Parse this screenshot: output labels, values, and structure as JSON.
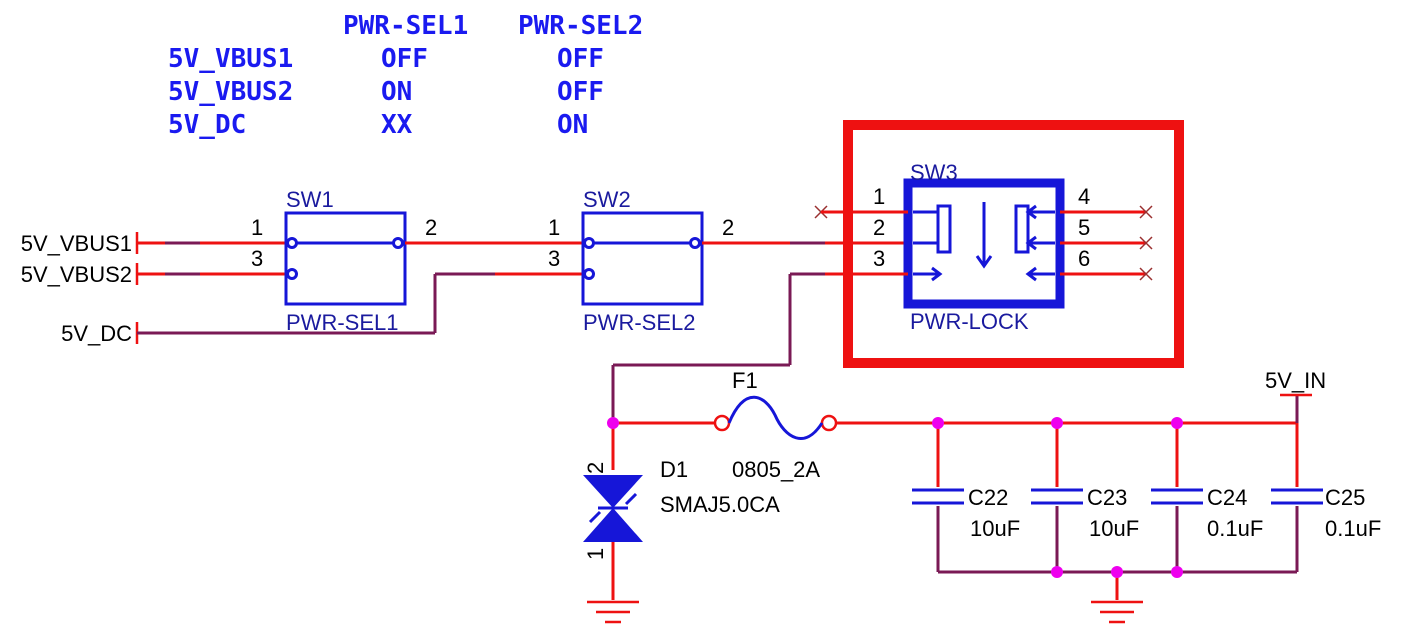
{
  "truth_table": {
    "headers": [
      "PWR-SEL1",
      "PWR-SEL2"
    ],
    "rows": [
      {
        "source": "5V_VBUS1",
        "sel1": "OFF",
        "sel2": "OFF"
      },
      {
        "source": "5V_VBUS2",
        "sel1": "ON",
        "sel2": "OFF"
      },
      {
        "source": "5V_DC",
        "sel1": "XX",
        "sel2": "ON"
      }
    ]
  },
  "nets": {
    "vbus1": "5V_VBUS1",
    "vbus2": "5V_VBUS2",
    "dc": "5V_DC",
    "vin": "5V_IN"
  },
  "switches": {
    "sw1": {
      "ref": "SW1",
      "value": "PWR-SEL1",
      "pins": [
        "1",
        "2",
        "3"
      ]
    },
    "sw2": {
      "ref": "SW2",
      "value": "PWR-SEL2",
      "pins": [
        "1",
        "2",
        "3"
      ]
    },
    "sw3": {
      "ref": "SW3",
      "value": "PWR-LOCK",
      "pins": [
        "1",
        "2",
        "3",
        "4",
        "5",
        "6"
      ]
    }
  },
  "fuse": {
    "ref": "F1",
    "value": "0805_2A"
  },
  "diode": {
    "ref": "D1",
    "value": "SMAJ5.0CA",
    "pins": [
      "2",
      "1"
    ]
  },
  "capacitors": [
    {
      "ref": "C22",
      "value": "10uF"
    },
    {
      "ref": "C23",
      "value": "10uF"
    },
    {
      "ref": "C24",
      "value": "0.1uF"
    },
    {
      "ref": "C25",
      "value": "0.1uF"
    }
  ],
  "colors": {
    "wire": "#ee1111",
    "net": "#7a1a55",
    "component": "#1616d8",
    "junction": "#ee00ee",
    "highlight": "#ee1111"
  }
}
